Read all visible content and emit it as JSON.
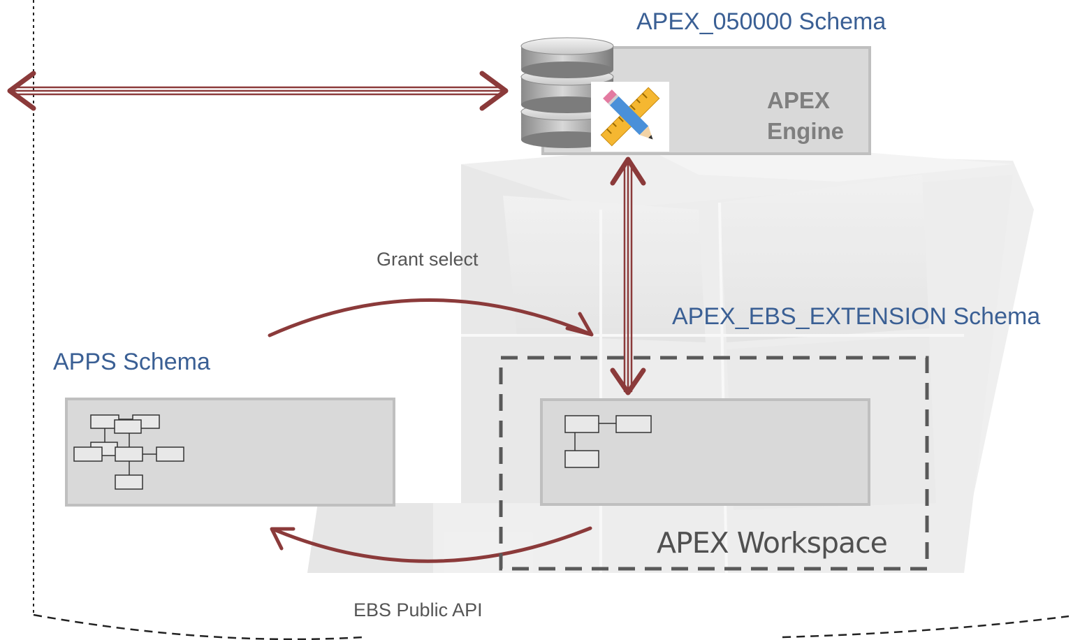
{
  "labels": {
    "apex_schema": "APEX_050000 Schema",
    "apex_engine_line1": "APEX",
    "apex_engine_line2": "Engine",
    "grant_select": "Grant select",
    "ebs_extension_schema": "APEX_EBS_EXTENSION Schema",
    "apps_schema": "APPS Schema",
    "apex_workspace": "APEX Workspace",
    "ebs_public_api": "EBS Public API"
  },
  "icons": {
    "database": "database-icon",
    "tools": "pencil-ruler-icon",
    "tables": "table-diagram-icon"
  },
  "colors": {
    "arrow": "#8b3a3a",
    "schema_text": "#3a5f94",
    "box_fill": "#d9d9d9",
    "box_border": "#bfbfbf",
    "workspace_border": "#595959"
  }
}
